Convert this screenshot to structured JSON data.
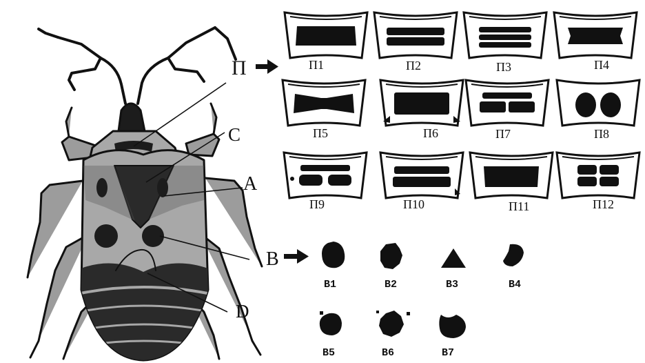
{
  "colors": {
    "ink": "#111111",
    "body_fill": "#a8a8a8",
    "leg_fill": "#9c9c9c",
    "dark": "#1c1c1c",
    "background": "#ffffff"
  },
  "body_labels": {
    "pronotum": "П",
    "scutellum": "С",
    "corium_a": "А",
    "corium_b": "В",
    "membrane": "D"
  },
  "pronotum_patterns": {
    "p1": "П1",
    "p2": "П2",
    "p3": "П3",
    "p4": "П4",
    "p5": "П5",
    "p6": "П6",
    "p7": "П7",
    "p8": "П8",
    "p9": "П9",
    "p10": "П10",
    "p11": "П11",
    "p12": "П12"
  },
  "spot_patterns": {
    "b1": "В1",
    "b2": "В2",
    "b3": "В3",
    "b4": "В4",
    "b5": "В5",
    "b6": "В6",
    "b7": "В7"
  }
}
